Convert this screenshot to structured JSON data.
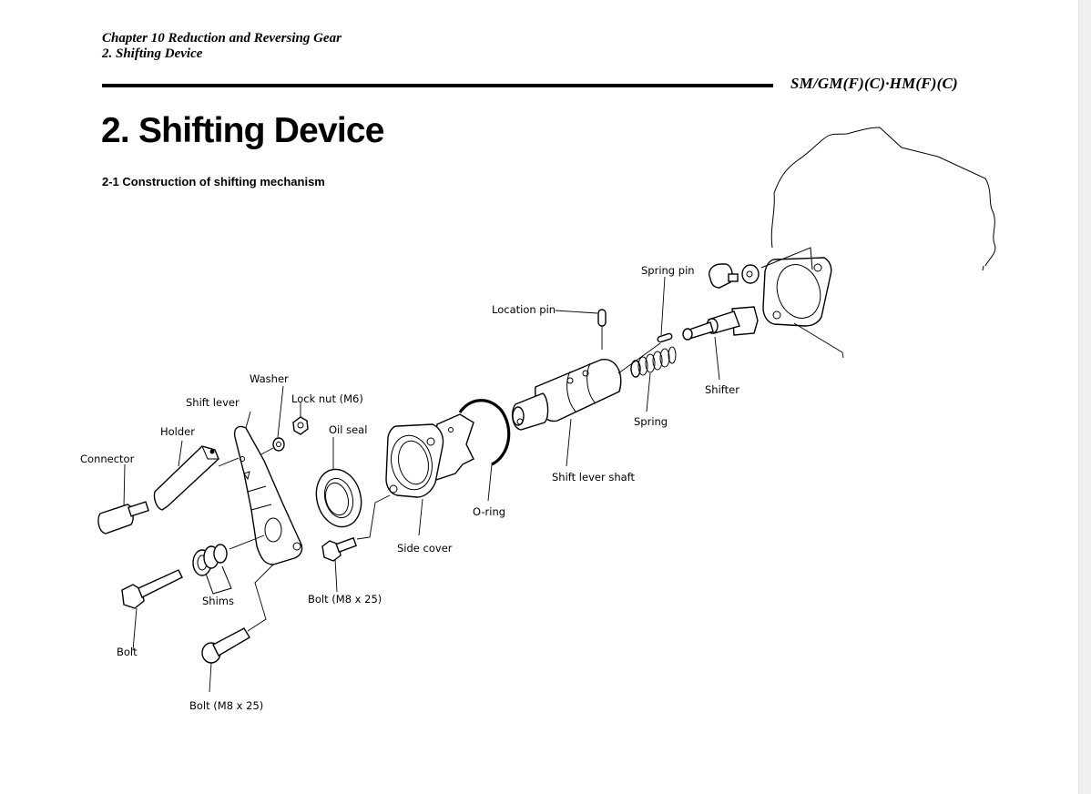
{
  "header": {
    "chapter": "Chapter 10 Reduction and Reversing Gear",
    "section": "2. Shifting Device",
    "model_code": "SM/GM(F)(C)·HM(F)(C)"
  },
  "main": {
    "title": "2. Shifting Device",
    "subtitle": "2-1 Construction of shifting mechanism"
  },
  "figure": {
    "labels": {
      "spring_pin": "Spring pin",
      "location_pin": "Location pin",
      "washer": "Washer",
      "shift_lever": "Shift lever",
      "lock_nut": "Lock nut (M6)",
      "holder": "Holder",
      "oil_seal": "Oil seal",
      "connector": "Connector",
      "shifter": "Shifter",
      "spring": "Spring",
      "shift_lever_shaft": "Shift lever shaft",
      "o_ring": "O-ring",
      "side_cover": "Side cover",
      "bolt_m8_cover": "Bolt (M8 x 25)",
      "shims": "Shims",
      "bolt": "Bolt",
      "bolt_m8_lever": "Bolt (M8 x 25)"
    }
  }
}
